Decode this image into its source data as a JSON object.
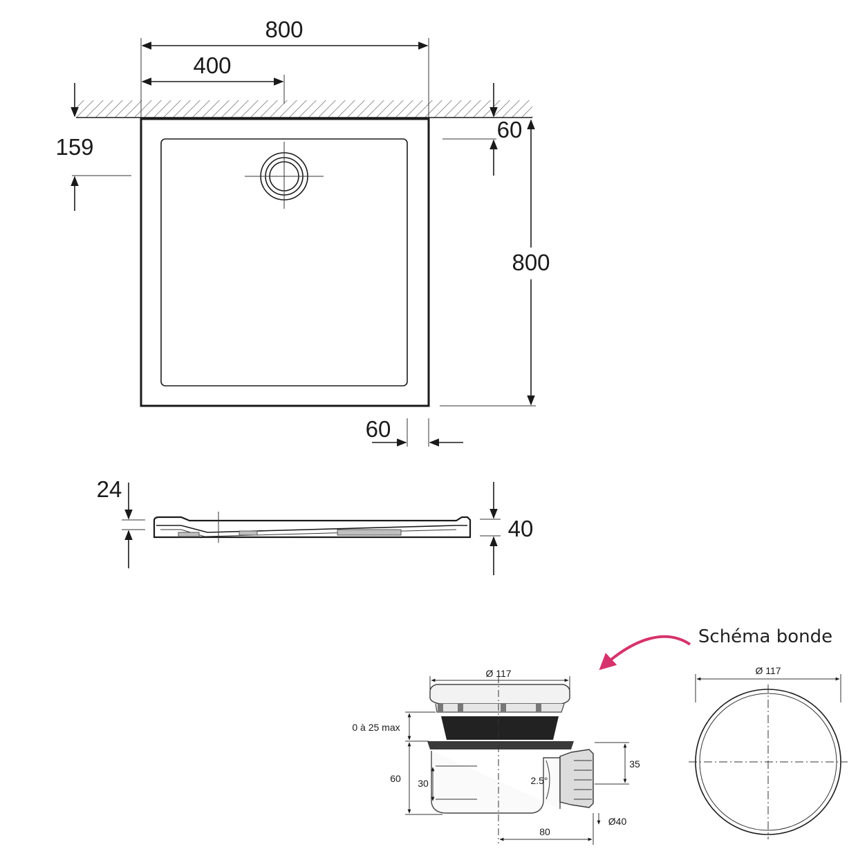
{
  "plan_view": {
    "width_label": "800",
    "drain_offset_label": "400",
    "depth_label": "800",
    "drain_from_wall_label": "159",
    "rim_top_label": "60",
    "rim_side_label": "60"
  },
  "side_view": {
    "rim_height_label": "24",
    "total_height_label": "40"
  },
  "drain_schematic": {
    "caption": "Schéma bonde",
    "diameter_label": "Ø 117",
    "plan_diameter_label": "Ø 117",
    "adjust_label": "0 à 25 max",
    "height_label": "60",
    "inner_height_label": "30",
    "angle_label": "2.5°",
    "outlet_height_label": "35",
    "outlet_offset_label": "80",
    "outlet_diameter_label": "Ø40"
  },
  "colors": {
    "line": "#1a1a1a",
    "accent_arrow": "#d6336c"
  }
}
